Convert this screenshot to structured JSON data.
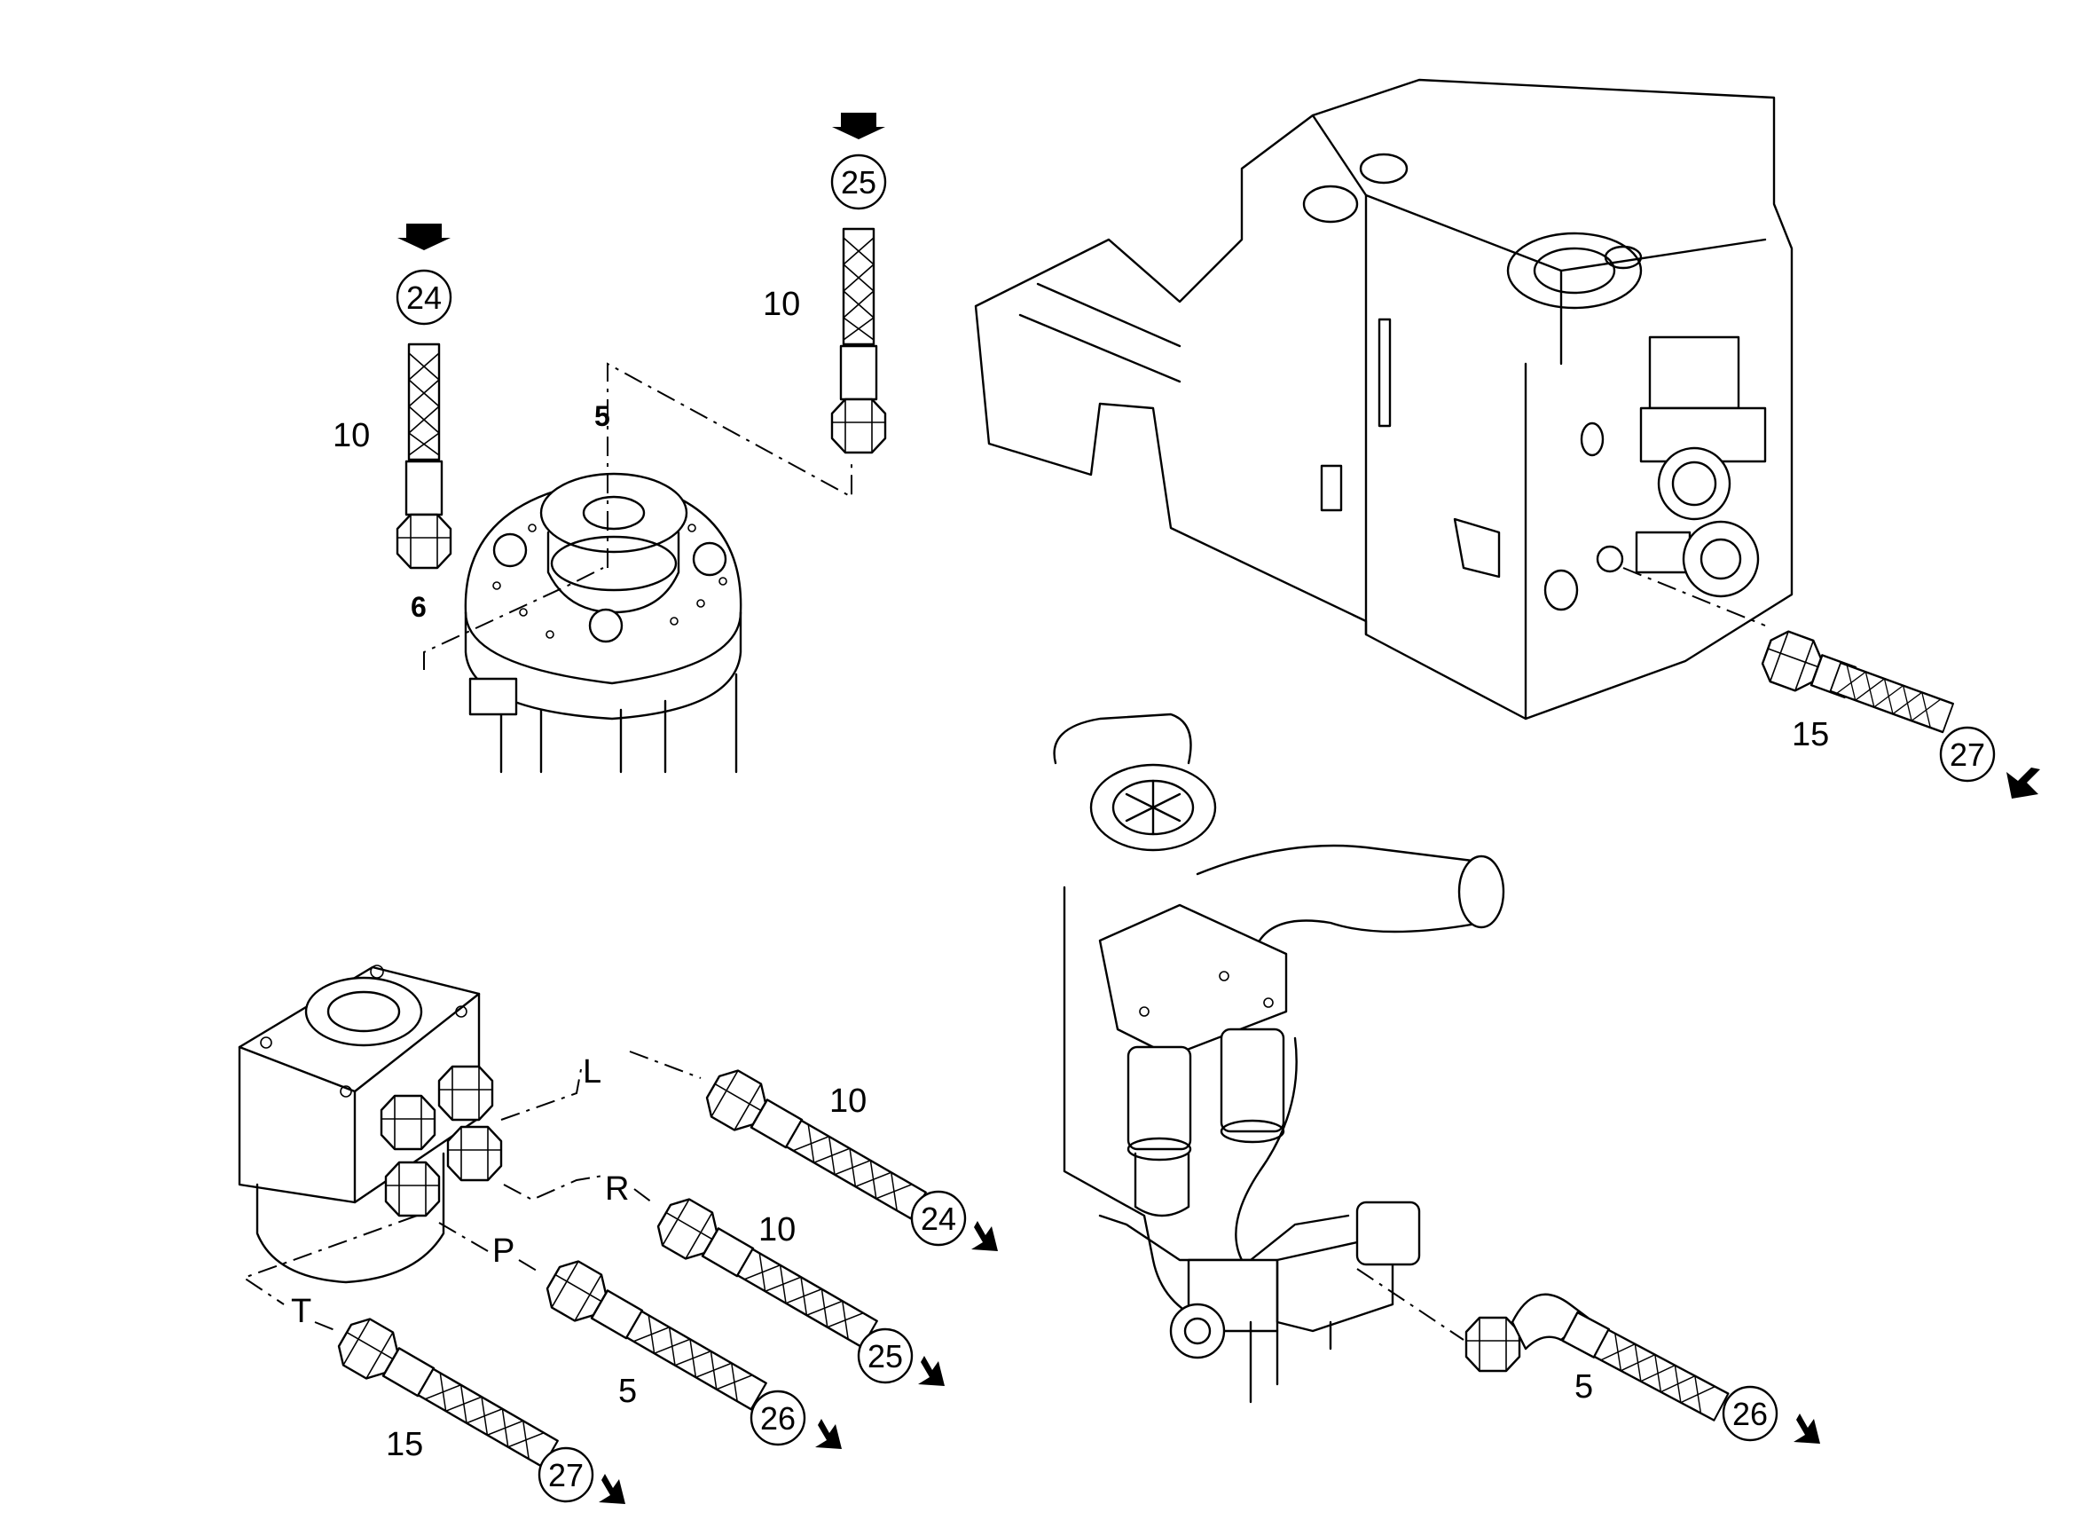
{
  "diagram": {
    "hose_lengths": [
      "10",
      "10",
      "15",
      "10",
      "10",
      "5",
      "15",
      "5"
    ],
    "connection_refs": [
      "24",
      "25",
      "27",
      "24",
      "25",
      "26",
      "27",
      "26"
    ],
    "port_labels": [
      "L",
      "R",
      "P",
      "T"
    ],
    "part_numbers": [
      "5",
      "6"
    ]
  }
}
